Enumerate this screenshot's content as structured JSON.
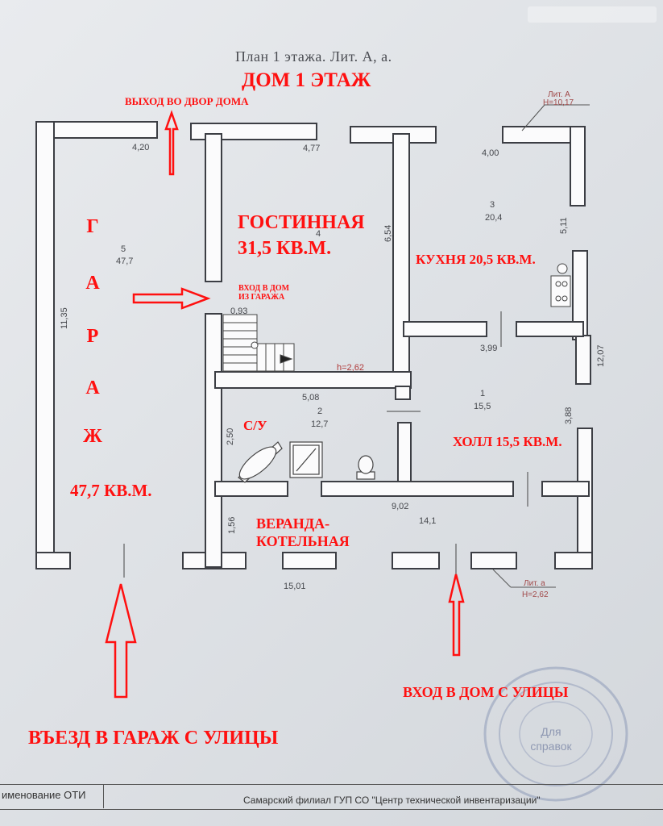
{
  "title": {
    "plan": "План 1 этажа. Лит. А, а.",
    "house": "ДОМ 1 ЭТАЖ"
  },
  "annotations": {
    "yard_exit": "ВЫХОД ВО ДВОР ДОМА",
    "garage_vertical": [
      "Г",
      "А",
      "Р",
      "А",
      "Ж"
    ],
    "garage_area": "47,7 КВ.М.",
    "living_room": "ГОСТИННАЯ 31,5 КВ.М.",
    "kitchen": "КУХНЯ 20,5 КВ.М.",
    "garage_entry": "ВХОД В ДОМ ИЗ ГАРАЖА",
    "bathroom": "С/У",
    "hall": "ХОЛЛ 15,5 КВ.М.",
    "veranda": "ВЕРАНДА- КОТЕЛЬНАЯ",
    "street_entry": "ВХОД В ДОМ С УЛИЦЫ",
    "garage_drive": "ВЪЕЗД В ГАРАЖ С УЛИЦЫ"
  },
  "dimensions": {
    "garage_width": "4,20",
    "garage_room_no": "5",
    "garage_room_area": "47,7",
    "garage_length": "11,35",
    "living_width": "4,77",
    "living_room_no": "4",
    "living_length": "6,54",
    "kitchen_width": "4,00",
    "kitchen_room_no": "3",
    "kitchen_room_area": "20,4",
    "kitchen_length": "5,11",
    "stair_width": "0,93",
    "ceiling_main": "h=2,62",
    "hall_width": "3,99",
    "hall_room_no": "1",
    "hall_room_area": "15,5",
    "hall_length": "3,88",
    "house_depth": "12,07",
    "bath_width": "5,08",
    "bath_room_no": "2",
    "bath_room_area": "12,7",
    "bath_length": "2,50",
    "veranda_width": "9,02",
    "veranda_room_area": "14,1",
    "veranda_length": "1,56",
    "total_width": "15,01",
    "lit_a": "Лит. А",
    "lit_a_height": "H=10,17",
    "lit_a_small": "Лит. а",
    "lit_a_small_height": "H=2,62"
  },
  "footer": {
    "left": "именование ОТИ",
    "right": "Самарский филиал ГУП СО \"Центр технической инвентаризации\""
  },
  "stamp": {
    "center": "Для справок"
  },
  "colors": {
    "annotation": "#ff1010",
    "walls": "#3c3e44"
  }
}
